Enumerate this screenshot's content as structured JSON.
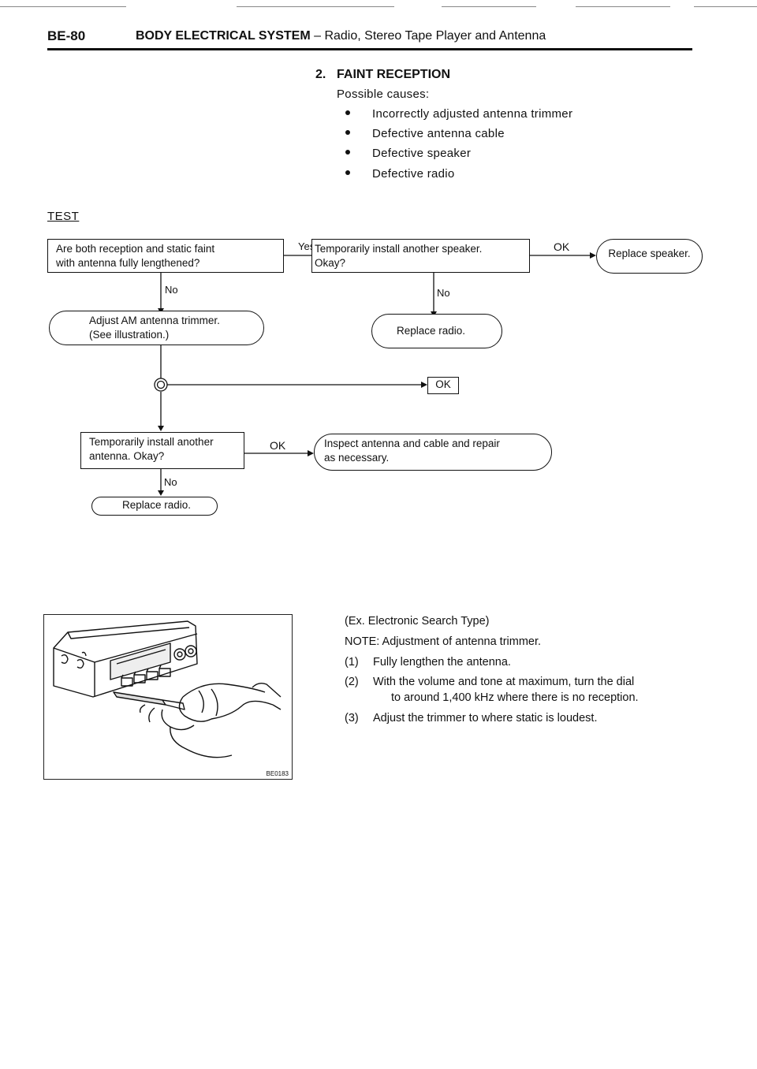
{
  "header": {
    "page_no": "BE-80",
    "title_bold": "BODY ELECTRICAL SYSTEM",
    "title_rest": " – Radio, Stereo Tape Player and Antenna"
  },
  "section": {
    "number": "2.",
    "title": "FAINT RECEPTION",
    "causes_heading": "Possible causes:",
    "causes": [
      "Incorrectly adjusted antenna trimmer",
      "Defective antenna cable",
      "Defective speaker",
      "Defective radio"
    ]
  },
  "test_heading": "TEST",
  "flow": {
    "q1": [
      "Are both reception and static faint",
      "with antenna fully lengthened?"
    ],
    "yes": "Yes",
    "q2": [
      "Temporarily install another speaker.",
      "Okay?"
    ],
    "ok1": "OK",
    "replace_speaker": "Replace speaker.",
    "no1": "No",
    "adjust": [
      "Adjust AM antenna trimmer.",
      "(See illustration.)"
    ],
    "no2": "No",
    "replace_radio_1": "Replace radio.",
    "ok_box": "OK",
    "q3": [
      "Temporarily install another",
      "antenna. Okay?"
    ],
    "ok2": "OK",
    "inspect": [
      "Inspect antenna and cable and repair",
      "as necessary."
    ],
    "no3": "No",
    "replace_radio_2": "Replace radio."
  },
  "illustration": {
    "code": "BE0183"
  },
  "note": {
    "type": "(Ex. Electronic Search Type)",
    "heading": "NOTE:  Adjustment of antenna trimmer.",
    "steps": [
      {
        "n": "(1)",
        "text": "Fully lengthen the antenna."
      },
      {
        "n": "(2)",
        "text": "With the volume and tone at maximum, turn the dial",
        "text2": "to around 1,400 kHz where there is no reception."
      },
      {
        "n": "(3)",
        "text": "Adjust the trimmer to where static is loudest."
      }
    ]
  }
}
